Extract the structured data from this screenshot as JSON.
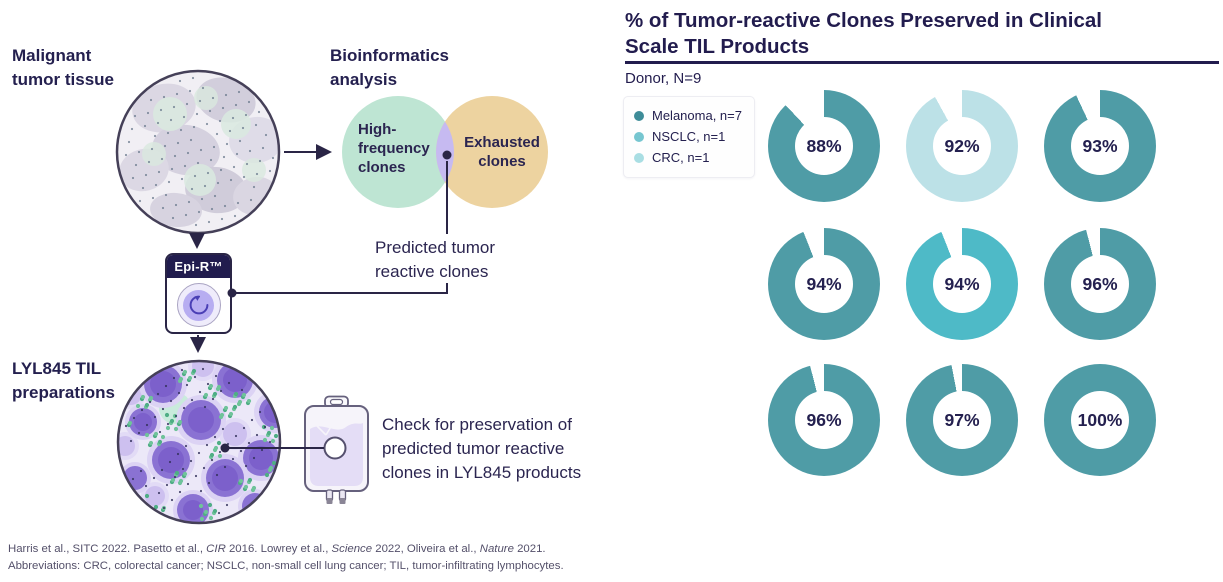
{
  "left_panel": {
    "malignant_label": "Malignant\ntumor tissue",
    "bioinformatics_label": "Bioinformatics\nanalysis",
    "venn": {
      "high_freq_label": "High-\nfrequency\nclones",
      "exhausted_label": "Exhausted\nclones",
      "predicted_label": "Predicted tumor\nreactive clones",
      "high_freq_color": "#BEE5D3",
      "exhausted_color": "#EDD3A0",
      "overlap_color": "#C6BAF1"
    },
    "epir_label": "Epi-R™",
    "lyl_label": "LYL845 TIL\npreparations",
    "check_label": "Check for preservation of\npredicted tumor reactive\nclones in LYL845 products",
    "citations": {
      "line1_p1": "Harris et al., SITC 2022. Pasetto et al., ",
      "line1_i1": "CIR",
      "line1_p2": " 2016. Lowrey et al., ",
      "line1_i2": "Science",
      "line1_p3": " 2022, Oliveira et al., ",
      "line1_i3": "Nature",
      "line1_p4": " 2021.",
      "line2": "Abbreviations: CRC, colorectal cancer; NSCLC, non-small cell lung cancer; TIL, tumor-infiltrating lymphocytes."
    }
  },
  "chart_data": {
    "type": "donut-grid",
    "title": "% of Tumor-reactive Clones Preserved in Clinical\nScale TIL Products",
    "subtitle": "Donor, N=9",
    "grid": "3 columns x 3 rows",
    "gap_note": "unfilled slice ends at 12 o'clock, arc drawn clockwise from top",
    "legend": [
      {
        "label": "Melanoma, n=7",
        "color": "#3E8C98"
      },
      {
        "label": "NSCLC, n=1",
        "color": "#76C6D0"
      },
      {
        "label": "CRC, n=1",
        "color": "#A9DEE3"
      }
    ],
    "donuts": [
      {
        "value": 88,
        "label": "88%",
        "group": "Melanoma",
        "color": "#4F9CA6"
      },
      {
        "value": 92,
        "label": "92%",
        "group": "CRC",
        "color": "#BCE1E7"
      },
      {
        "value": 93,
        "label": "93%",
        "group": "Melanoma",
        "color": "#4F9CA6"
      },
      {
        "value": 94,
        "label": "94%",
        "group": "Melanoma",
        "color": "#4F9CA6"
      },
      {
        "value": 94,
        "label": "94%",
        "group": "NSCLC",
        "color": "#4EBAC7"
      },
      {
        "value": 96,
        "label": "96%",
        "group": "Melanoma",
        "color": "#4F9CA6"
      },
      {
        "value": 96,
        "label": "96%",
        "group": "Melanoma",
        "color": "#4F9CA6"
      },
      {
        "value": 97,
        "label": "97%",
        "group": "Melanoma",
        "color": "#4F9CA6"
      },
      {
        "value": 100,
        "label": "100%",
        "group": "Melanoma",
        "color": "#4F9CA6"
      }
    ]
  },
  "colors": {
    "text_navy": "#24204F",
    "line_navy": "#2A2546",
    "melanoma_teal": "#4F9CA6",
    "nsclc_cyan": "#4EBAC7",
    "crc_light": "#BCE1E7"
  }
}
